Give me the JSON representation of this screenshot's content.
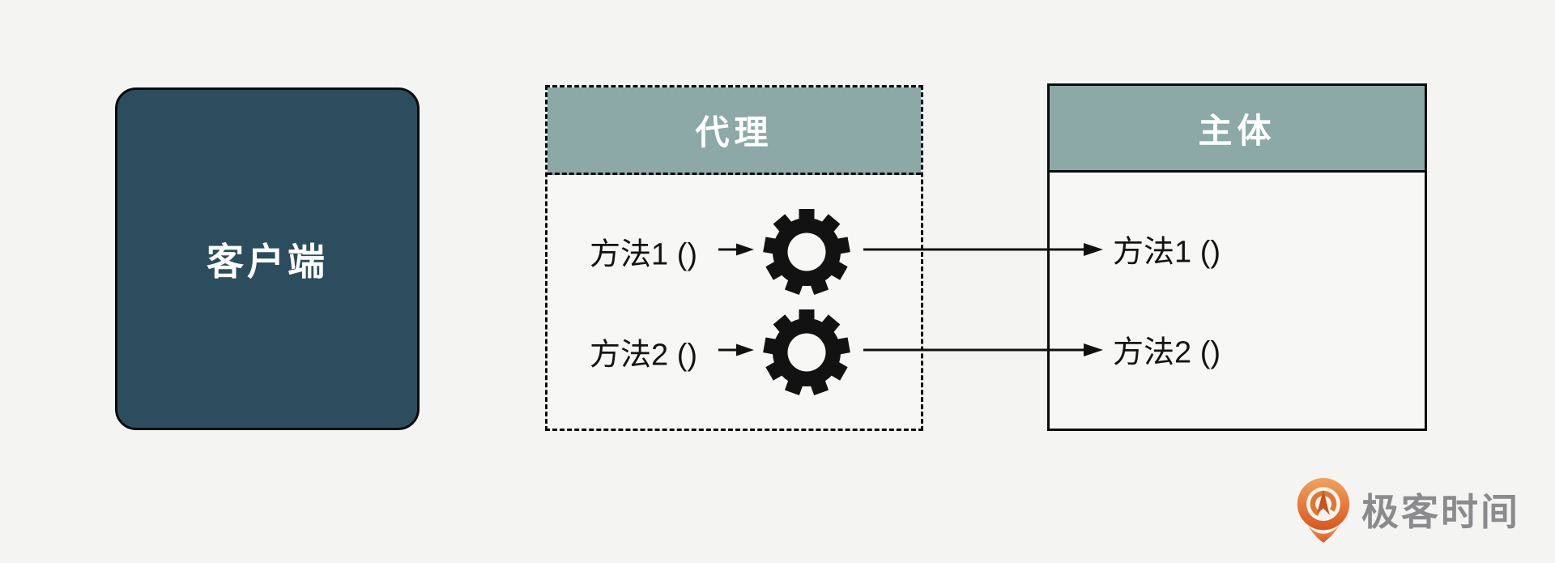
{
  "diagram": {
    "title_hint": "proxy-pattern-diagram",
    "background_color": "#f4f5f3",
    "client_box": {
      "label": "客户端",
      "fill": "#2c4d5e",
      "text_color": "#ffffff"
    },
    "proxy_box": {
      "title": "代理",
      "header_fill": "#8ca8a7",
      "border_style": "dashed",
      "methods": [
        {
          "label": "方法1 ()",
          "icon": "gear-icon"
        },
        {
          "label": "方法2 ()",
          "icon": "gear-icon"
        }
      ]
    },
    "subject_box": {
      "title": "主体",
      "header_fill": "#8ca8a7",
      "border_style": "solid",
      "methods": [
        {
          "label": "方法1 ()"
        },
        {
          "label": "方法2 ()"
        }
      ]
    },
    "arrows": {
      "color": "#111111",
      "connections": [
        "proxy.方法1 -> gear -> subject.方法1",
        "proxy.方法2 -> gear -> subject.方法2"
      ]
    },
    "logo": {
      "text": "极客时间",
      "text_color": "#8b8b8e",
      "icon": "geektime-pin-icon",
      "icon_color_top": "#f2a25c",
      "icon_color_bottom": "#d8571e"
    }
  }
}
